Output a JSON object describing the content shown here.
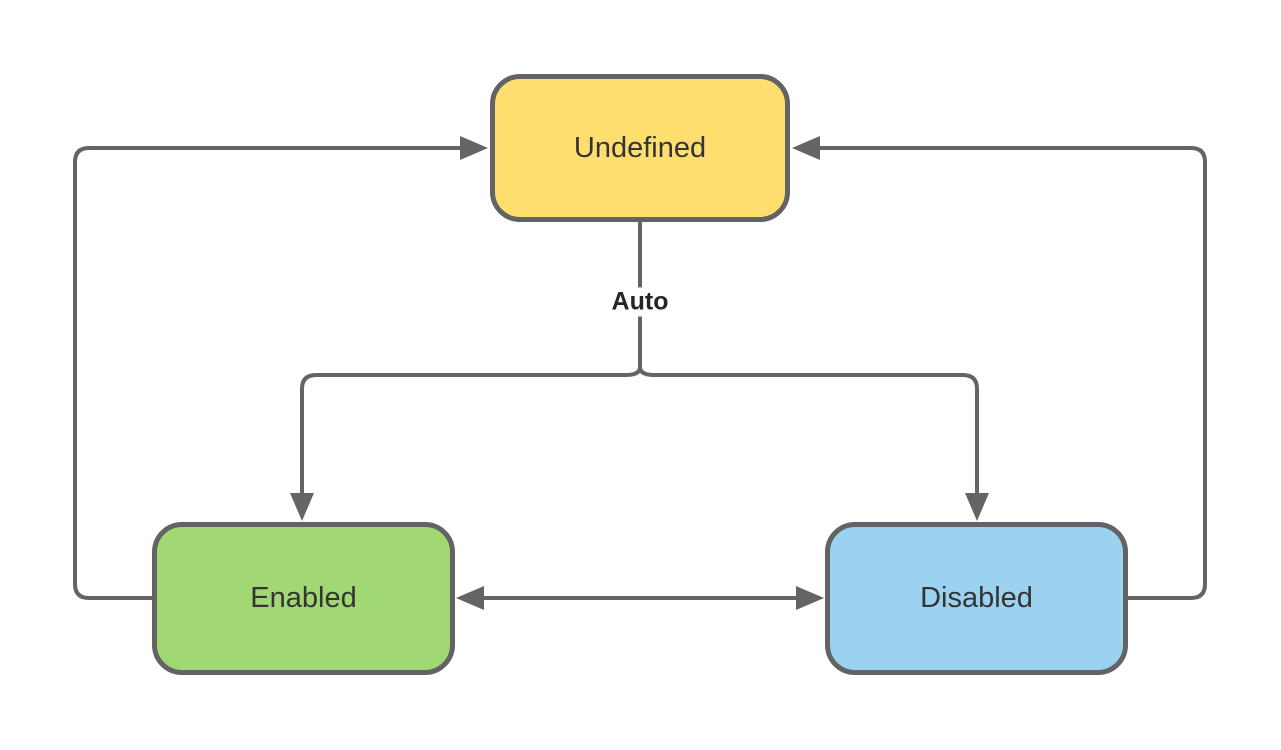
{
  "diagram": {
    "background_color": "#ffffff",
    "connector_color": "#646464",
    "node_label_color": "#343434",
    "auto_label_color": "#262626",
    "auto_label": "Auto",
    "nodes": [
      {
        "id": "undefined",
        "label": "Undefined",
        "fill": "#FFDE70",
        "border": "#636363"
      },
      {
        "id": "enabled",
        "label": "Enabled",
        "fill": "#A2D874",
        "border": "#636363"
      },
      {
        "id": "disabled",
        "label": "Disabled",
        "fill": "#9AD2F0",
        "border": "#636363"
      }
    ],
    "edges": [
      {
        "from": "Enabled",
        "to": "Undefined",
        "label": ""
      },
      {
        "from": "Disabled",
        "to": "Undefined",
        "label": ""
      },
      {
        "from": "Undefined",
        "to": "Enabled",
        "label": "Auto"
      },
      {
        "from": "Undefined",
        "to": "Disabled",
        "label": "Auto"
      },
      {
        "from": "Enabled",
        "to": "Disabled",
        "label": "",
        "bidirectional": true
      }
    ]
  }
}
